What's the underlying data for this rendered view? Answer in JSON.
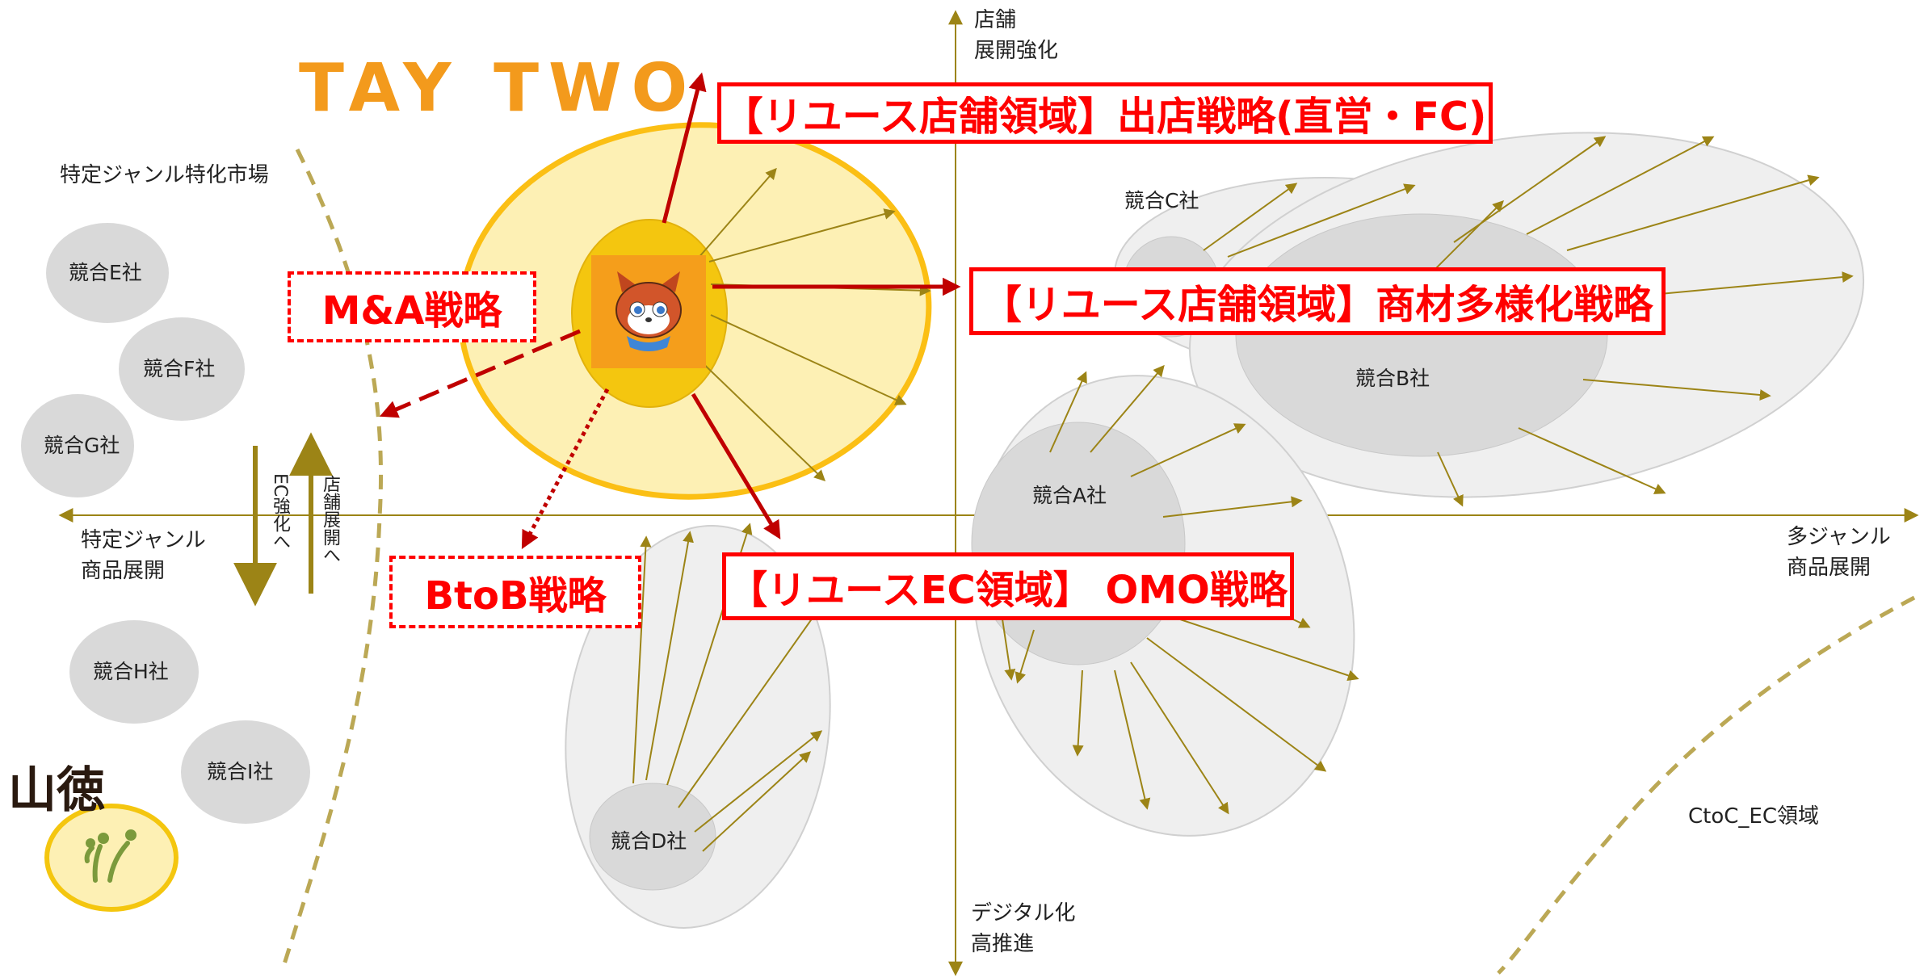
{
  "axes": {
    "top": "店舗\n展開強化",
    "bottom": "デジタル化\n高推進",
    "left": "特定ジャンル\n商品展開",
    "right": "多ジャンル\n商品展開"
  },
  "regions": {
    "niche_market": "特定ジャンル特化市場",
    "ctoc": "CtoC_EC領域"
  },
  "competitors": [
    {
      "key": "a",
      "label": "競合A社"
    },
    {
      "key": "b",
      "label": "競合B社"
    },
    {
      "key": "c",
      "label": "競合C社"
    },
    {
      "key": "d",
      "label": "競合D社"
    },
    {
      "key": "e",
      "label": "競合E社"
    },
    {
      "key": "f",
      "label": "競合F社"
    },
    {
      "key": "g",
      "label": "競合G社"
    },
    {
      "key": "h",
      "label": "競合H社"
    },
    {
      "key": "i",
      "label": "競合I社"
    }
  ],
  "strategies": {
    "store_expansion": "【リユース店舗領域】出店戦略(直営・FC)",
    "diversification": "【リユース店舗領域】商材多様化戦略",
    "omo": "【リユースEC領域】 OMO戦略",
    "ma": "M&A戦略",
    "btob": "BtoB戦略"
  },
  "arrows": {
    "ec": "EC強化へ",
    "store": "店舗展開へ"
  },
  "brands": {
    "taytwo": "TAY TWO",
    "yamatoku": "山徳"
  },
  "colors": {
    "strategy_red": "#ff0000",
    "dark_red": "#c00000",
    "gold": "#9c8416",
    "taytwo_fill": "#fdf0b4",
    "taytwo_border": "#fbbf14",
    "taytwo_core": "#f4c60f",
    "mascot_bg": "#f59e1b",
    "competitor_fill": "#d9d9d9",
    "competitor_outer": "#efefef",
    "axis": "#9c8416"
  }
}
